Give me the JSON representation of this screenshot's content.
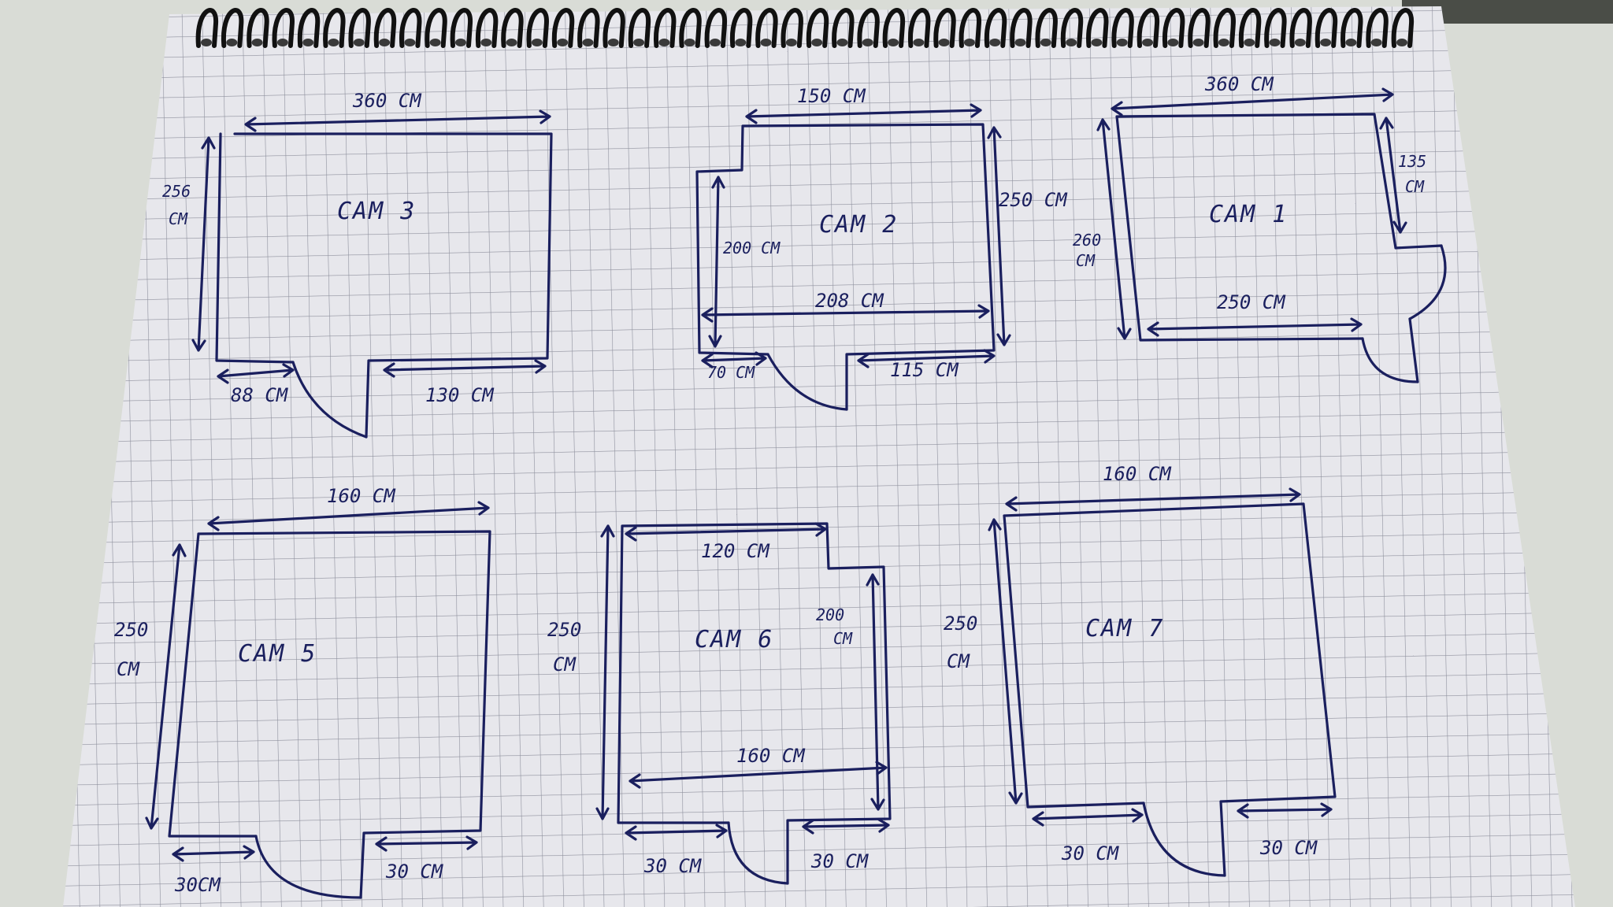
{
  "colors": {
    "ink": "#1a1f5e",
    "paper": "#e7e7ec",
    "grid": "#8d8f9c",
    "spiral": "#111111",
    "background": "#d9dcd6"
  },
  "rooms": [
    {
      "id": "cam3",
      "title": "CAM 3",
      "dims": {
        "top": "360 CM",
        "left_a": "256",
        "left_b": "CM",
        "bottom_left": "88 CM",
        "bottom_right": "130 CM"
      }
    },
    {
      "id": "cam2",
      "title": "CAM 2",
      "dims": {
        "top": "150 CM",
        "right": "250 CM",
        "inner_left": "200 CM",
        "inner_width": "208 CM",
        "bottom_left": "70 CM",
        "bottom_right": "115 CM"
      }
    },
    {
      "id": "cam1",
      "title": "CAM 1",
      "dims": {
        "top": "360 CM",
        "right_a": "135",
        "right_b": "CM",
        "left_a": "260",
        "left_b": "CM",
        "bottom": "250 CM"
      }
    },
    {
      "id": "cam5",
      "title": "CAM 5",
      "dims": {
        "top": "160 CM",
        "left_a": "250",
        "left_b": "CM",
        "bottom_left": "30CM",
        "bottom_right": "30 CM"
      }
    },
    {
      "id": "cam6",
      "title": "CAM 6",
      "dims": {
        "top": "120 CM",
        "left_a": "250",
        "left_b": "CM",
        "right_a": "200",
        "right_b": "CM",
        "inner_width": "160 CM",
        "bottom_left": "30 CM",
        "bottom_right": "30 CM"
      }
    },
    {
      "id": "cam7",
      "title": "CAM 7",
      "dims": {
        "top": "160 CM",
        "left_a": "250",
        "left_b": "CM",
        "bottom_left": "30 CM",
        "bottom_right": "30 CM"
      }
    }
  ]
}
